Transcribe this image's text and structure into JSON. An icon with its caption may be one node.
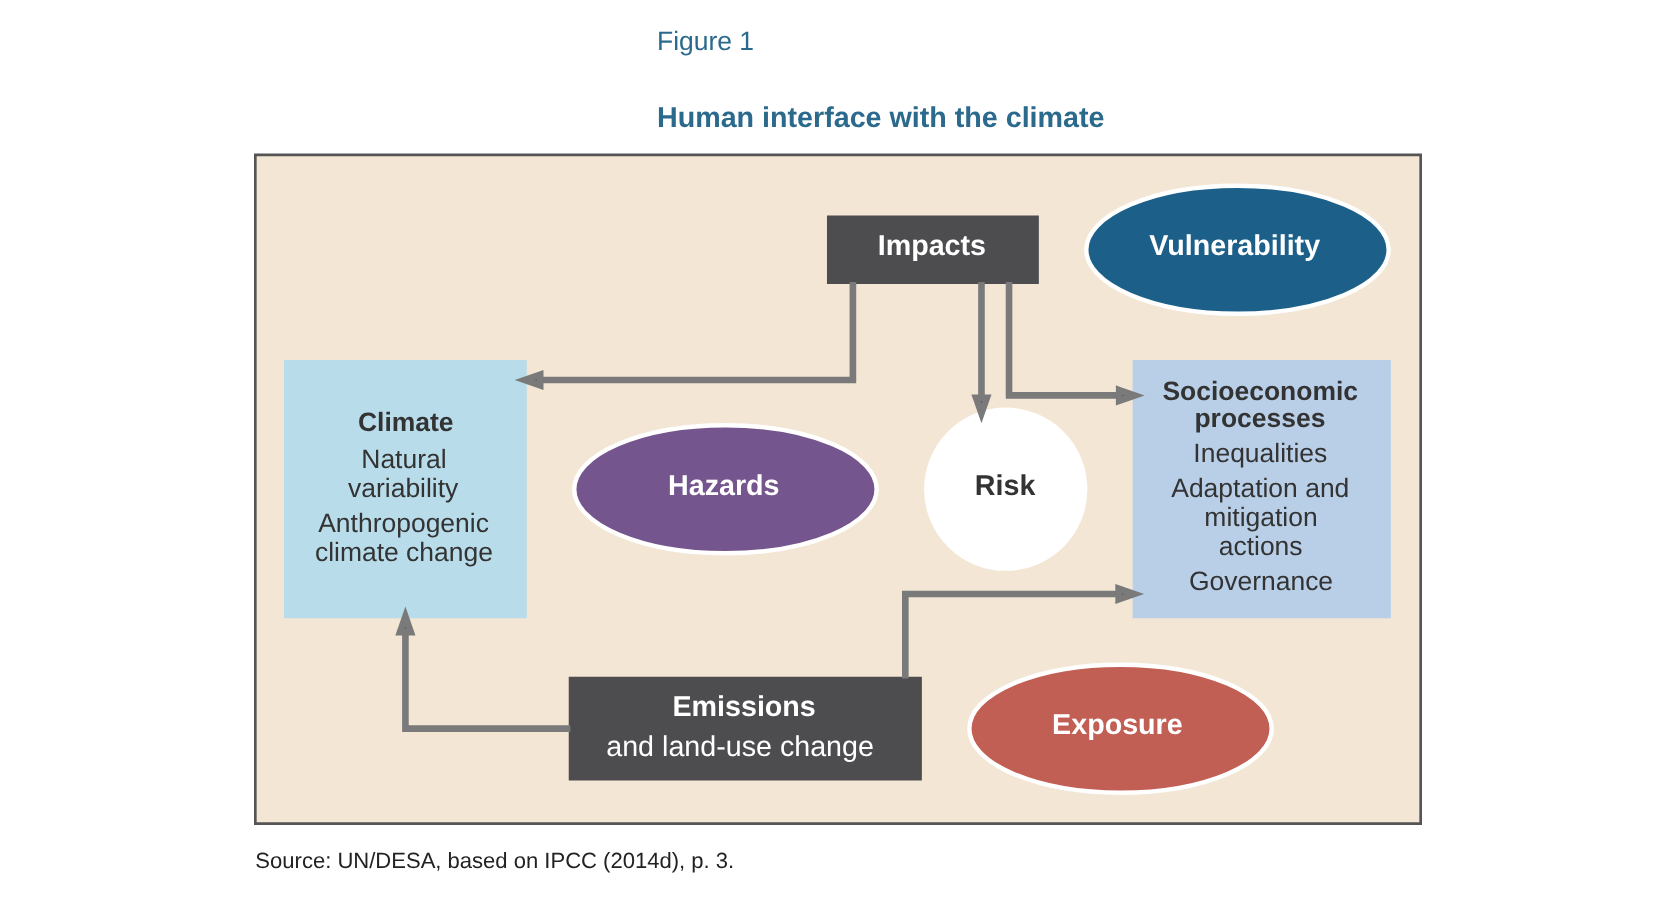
{
  "diagram": {
    "title": "Human interface with the climate",
    "caption": "Source: UN/DESA, based on IPCC (2014d), p. 3.",
    "nodes": [
      {
        "text": [],
        "shape": "box"
      },
      {
        "text": [
          "Impacts"
        ],
        "in": 0
      },
      {
        "text": [
          "Climate",
          "Natural variability",
          "Anthropogenic climate change"
        ],
        "in": 0
      },
      {
        "text": [
          "Hazards"
        ],
        "in": 0
      },
      {
        "text": [
          "Vulnerability"
        ],
        "in": 0
      },
      {
        "text": [
          "Risk"
        ],
        "in": 0
      },
      {
        "text": [
          "Exposure"
        ],
        "in": 0
      },
      {
        "text": [
          "Socioeconomic processes",
          "Inequalities",
          "Adaptation and mitigation actions",
          "Governance"
        ],
        "in": 0
      },
      {
        "text": [
          "Emissions",
          "and land-use change"
        ],
        "in": 0
      }
    ],
    "edges": [
      {
        "from": 1,
        "to": 2,
        "arrow": "to"
      },
      {
        "from": 1,
        "to": 7,
        "arrow": "to"
      },
      {
        "from": 1,
        "to": 5,
        "arrow": "to"
      },
      {
        "from": 8,
        "to": 2,
        "arrow": "to"
      },
      {
        "from": 8,
        "to": 7,
        "arrow": "to"
      }
    ],
    "labels": [
      "Figure 1"
    ]
  }
}
